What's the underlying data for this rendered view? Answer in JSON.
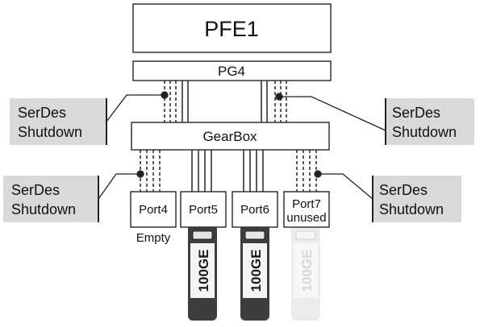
{
  "blocks": {
    "pfe": "PFE1",
    "pg": "PG4",
    "gearbox": "GearBox"
  },
  "serdes_labels": {
    "upper_left": {
      "line1": "SerDes",
      "line2": "Shutdown"
    },
    "upper_right": {
      "line1": "SerDes",
      "line2": "Shutdown"
    },
    "lower_left": {
      "line1": "SerDes",
      "line2": "Shutdown"
    },
    "lower_right": {
      "line1": "SerDes",
      "line2": "Shutdown"
    }
  },
  "ports": [
    {
      "label": "Port4",
      "sublabel": "",
      "below": "Empty",
      "module": ""
    },
    {
      "label": "Port5",
      "sublabel": "",
      "below": "",
      "module": "100GE"
    },
    {
      "label": "Port6",
      "sublabel": "",
      "below": "",
      "module": "100GE"
    },
    {
      "label": "Port7",
      "sublabel": "unused",
      "below": "",
      "module": "100GE"
    }
  ],
  "colors": {
    "block_stroke": "#333333",
    "label_bg": "#d9d9d9",
    "module_dark": "#3d3d3d",
    "module_faint": "#ececec"
  }
}
